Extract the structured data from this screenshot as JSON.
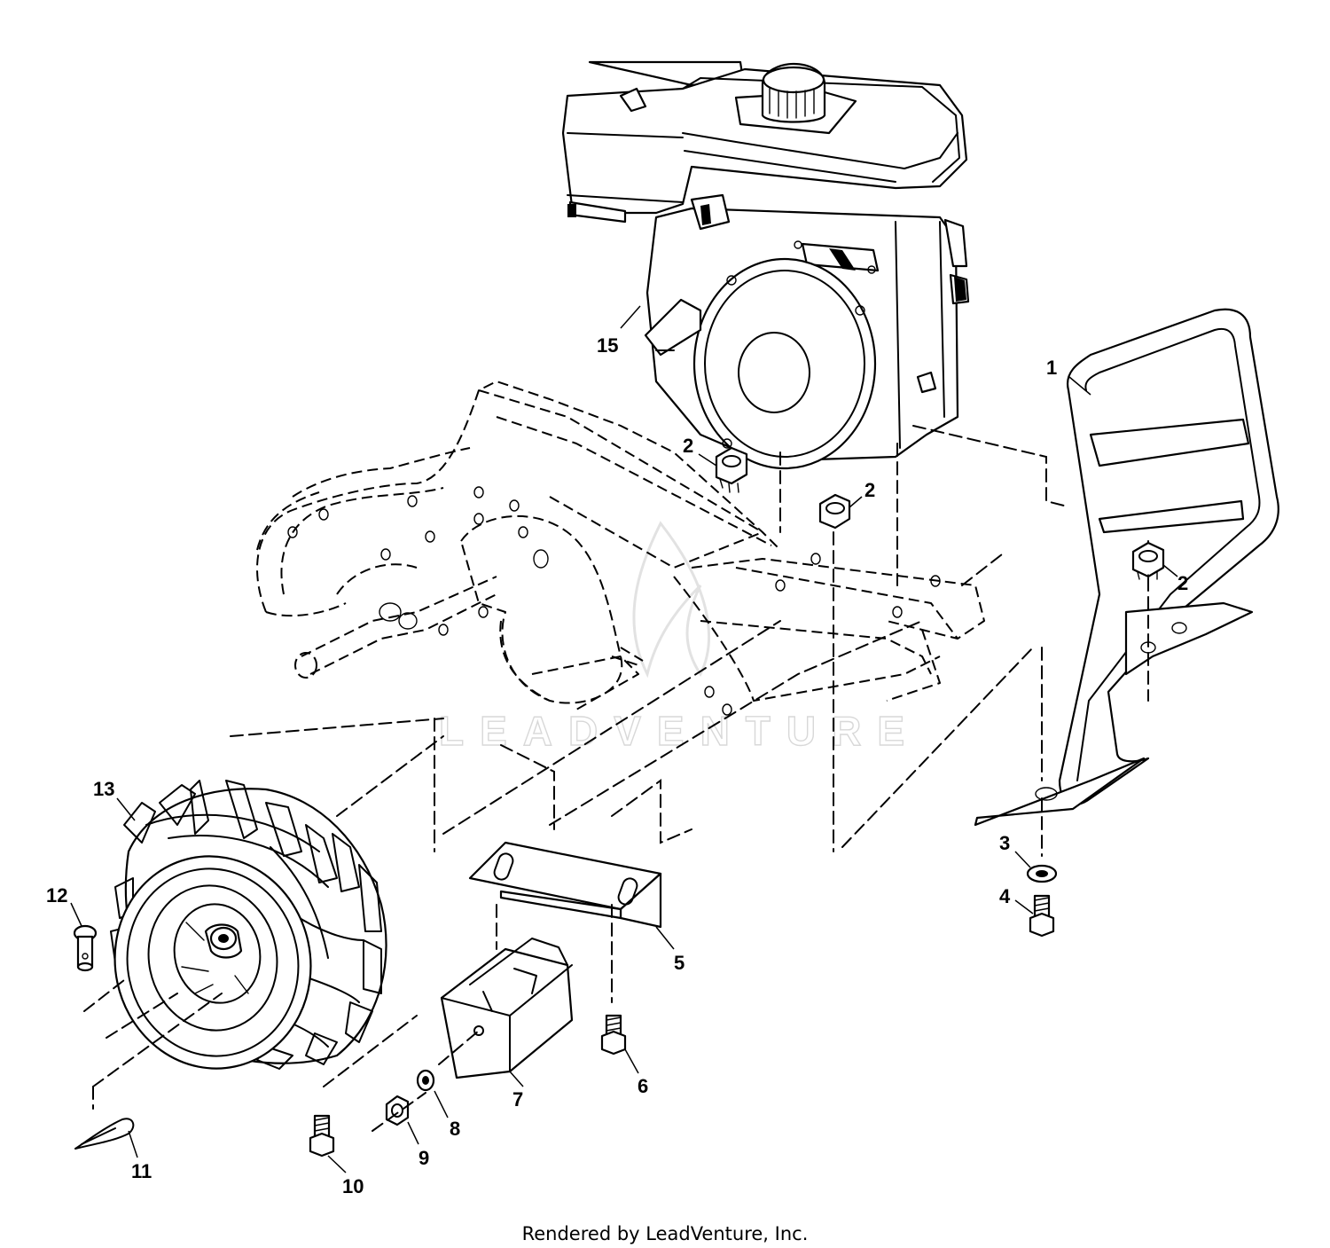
{
  "diagram": {
    "watermark": "LEADVENTURE",
    "footer": "Rendered by LeadVenture, Inc.",
    "callouts": [
      {
        "id": "c1",
        "label": "1"
      },
      {
        "id": "c2a",
        "label": "2"
      },
      {
        "id": "c2b",
        "label": "2"
      },
      {
        "id": "c2c",
        "label": "2"
      },
      {
        "id": "c3",
        "label": "3"
      },
      {
        "id": "c4",
        "label": "4"
      },
      {
        "id": "c5",
        "label": "5"
      },
      {
        "id": "c6",
        "label": "6"
      },
      {
        "id": "c7",
        "label": "7"
      },
      {
        "id": "c8",
        "label": "8"
      },
      {
        "id": "c9",
        "label": "9"
      },
      {
        "id": "c10",
        "label": "10"
      },
      {
        "id": "c11",
        "label": "11"
      },
      {
        "id": "c12",
        "label": "12"
      },
      {
        "id": "c13",
        "label": "13"
      },
      {
        "id": "c15",
        "label": "15"
      }
    ]
  }
}
